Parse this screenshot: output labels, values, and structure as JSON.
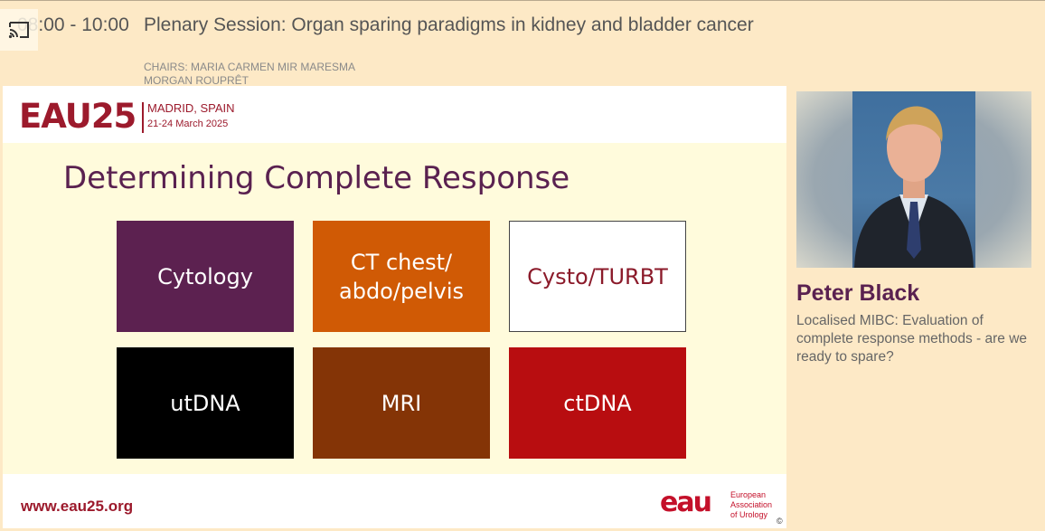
{
  "header": {
    "time": "08:00 - 10:00",
    "session_title": "Plenary Session: Organ sparing paradigms in kidney and bladder cancer",
    "chairs_label": "CHAIRS:",
    "chairs": [
      "MARIA CARMEN MIR MARESMA",
      "MORGAN ROUPRÊT"
    ]
  },
  "slide": {
    "logo": "EAU25",
    "city": "MADRID, SPAIN",
    "dates": "21-24 March 2025",
    "title": "Determining Complete Response",
    "tiles": [
      {
        "label": "Cytology",
        "bg": "#5c2150",
        "fg": "#ffffff"
      },
      {
        "label": "CT chest/\nabdo/pelvis",
        "bg": "#d05a05",
        "fg": "#ffffff"
      },
      {
        "label": "Cysto/TURBT",
        "bg": "#ffffff",
        "fg": "#8b1a2a"
      },
      {
        "label": "utDNA",
        "bg": "#000000",
        "fg": "#ffffff"
      },
      {
        "label": "MRI",
        "bg": "#843406",
        "fg": "#ffffff"
      },
      {
        "label": "ctDNA",
        "bg": "#b80d10",
        "fg": "#ffffff"
      }
    ],
    "url": "www.eau25.org",
    "eau_mark": "eau",
    "assoc_lines": [
      "European",
      "Association",
      "of Urology"
    ],
    "copyright": "©"
  },
  "speaker": {
    "name": "Peter Black",
    "talk_title": "Localised MIBC: Evaluation of complete response methods - are we ready to spare?"
  },
  "colors": {
    "background": "#fde9c6",
    "brand": "#9c1a2c",
    "title_purple": "#5a2150"
  },
  "icons": {
    "cast": "cast-icon"
  }
}
